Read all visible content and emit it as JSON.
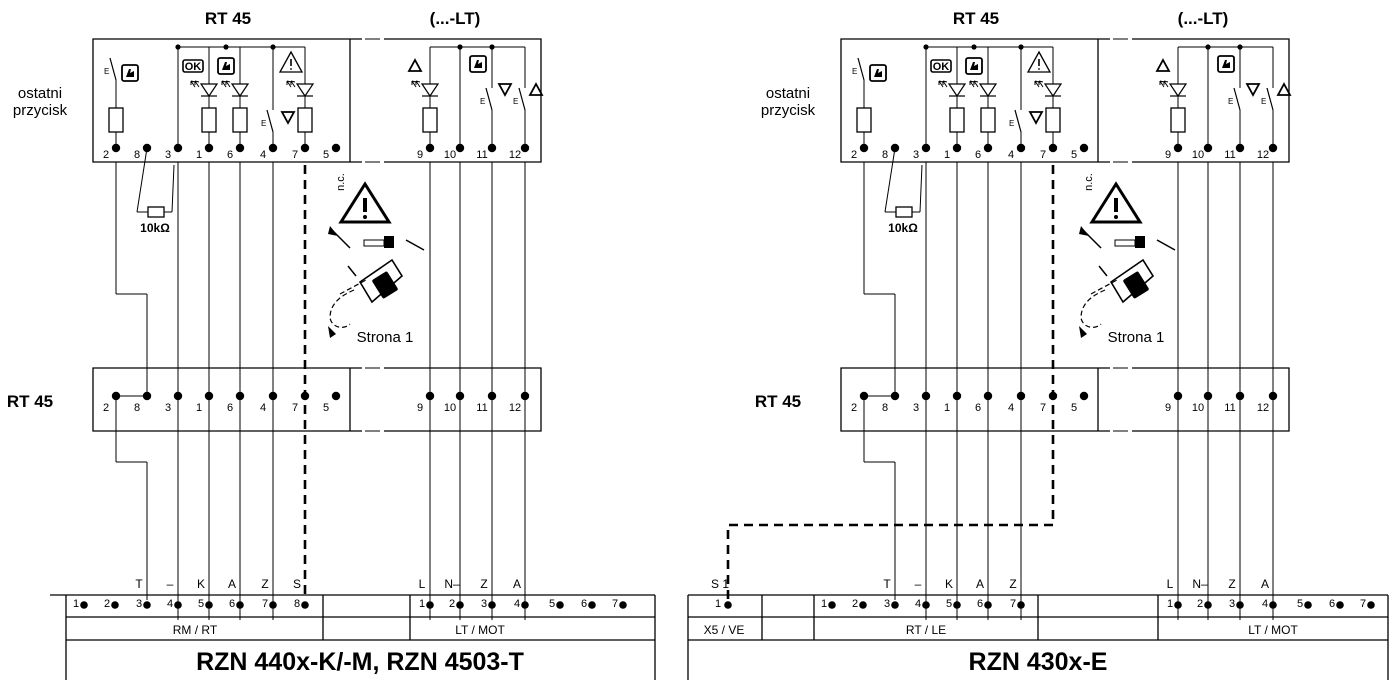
{
  "left": {
    "header_rt45": "RT 45",
    "header_lt": "(...-LT)",
    "side_label_1": "ostatni",
    "side_label_2": "przycisk",
    "rt45_top_terminals": [
      "2",
      "8",
      "3",
      "1",
      "6",
      "4",
      "7",
      "5"
    ],
    "lt_top_terminals": [
      "9",
      "10",
      "11",
      "12"
    ],
    "nc_label": "n.c.",
    "resistor_label": "10kΩ",
    "page_ref": "Strona 1",
    "mid_label": "RT 45",
    "rt45_mid_terminals": [
      "2",
      "8",
      "3",
      "1",
      "6",
      "4",
      "7",
      "5"
    ],
    "lt_mid_terminals": [
      "9",
      "10",
      "11",
      "12"
    ],
    "bottom_terminals_a": [
      "1",
      "2",
      "3",
      "4",
      "5",
      "6",
      "7",
      "8"
    ],
    "bottom_letters_a": [
      "T",
      "–",
      "K",
      "A",
      "Z",
      "S"
    ],
    "bottom_terminals_b": [
      "1",
      "2",
      "3",
      "4",
      "5",
      "6",
      "7"
    ],
    "bottom_letters_b": [
      "L",
      "N–",
      "Z",
      "A"
    ],
    "section_a": "RM / RT",
    "section_b": "LT / MOT",
    "footer_title": "RZN 440x-K/-M, RZN 4503-T"
  },
  "right": {
    "header_rt45": "RT 45",
    "header_lt": "(...-LT)",
    "side_label_1": "ostatni",
    "side_label_2": "przycisk",
    "rt45_top_terminals": [
      "2",
      "8",
      "3",
      "1",
      "6",
      "4",
      "7",
      "5"
    ],
    "lt_top_terminals": [
      "9",
      "10",
      "11",
      "12"
    ],
    "nc_label": "n.c.",
    "resistor_label": "10kΩ",
    "page_ref": "Strona 1",
    "mid_label": "RT 45",
    "rt45_mid_terminals": [
      "2",
      "8",
      "3",
      "1",
      "6",
      "4",
      "7",
      "5"
    ],
    "lt_mid_terminals": [
      "9",
      "10",
      "11",
      "12"
    ],
    "ve_letter": "S 1",
    "ve_terminal": "1",
    "section_ve": "X5 / VE",
    "bottom_terminals_a": [
      "1",
      "2",
      "3",
      "4",
      "5",
      "6",
      "7"
    ],
    "bottom_letters_a": [
      "T",
      "–",
      "K",
      "A",
      "Z"
    ],
    "bottom_terminals_b": [
      "1",
      "2",
      "3",
      "4",
      "5",
      "6",
      "7"
    ],
    "bottom_letters_b": [
      "L",
      "N–",
      "Z",
      "A"
    ],
    "section_a": "RT / LE",
    "section_b": "LT / MOT",
    "footer_title": "RZN 430x-E"
  },
  "icons": {
    "ok_icon_text": "OK",
    "warning_icon": "warning-triangle-icon",
    "hand_button_icon": "hand-button-icon",
    "diode_icon": "led-diode-icon"
  }
}
